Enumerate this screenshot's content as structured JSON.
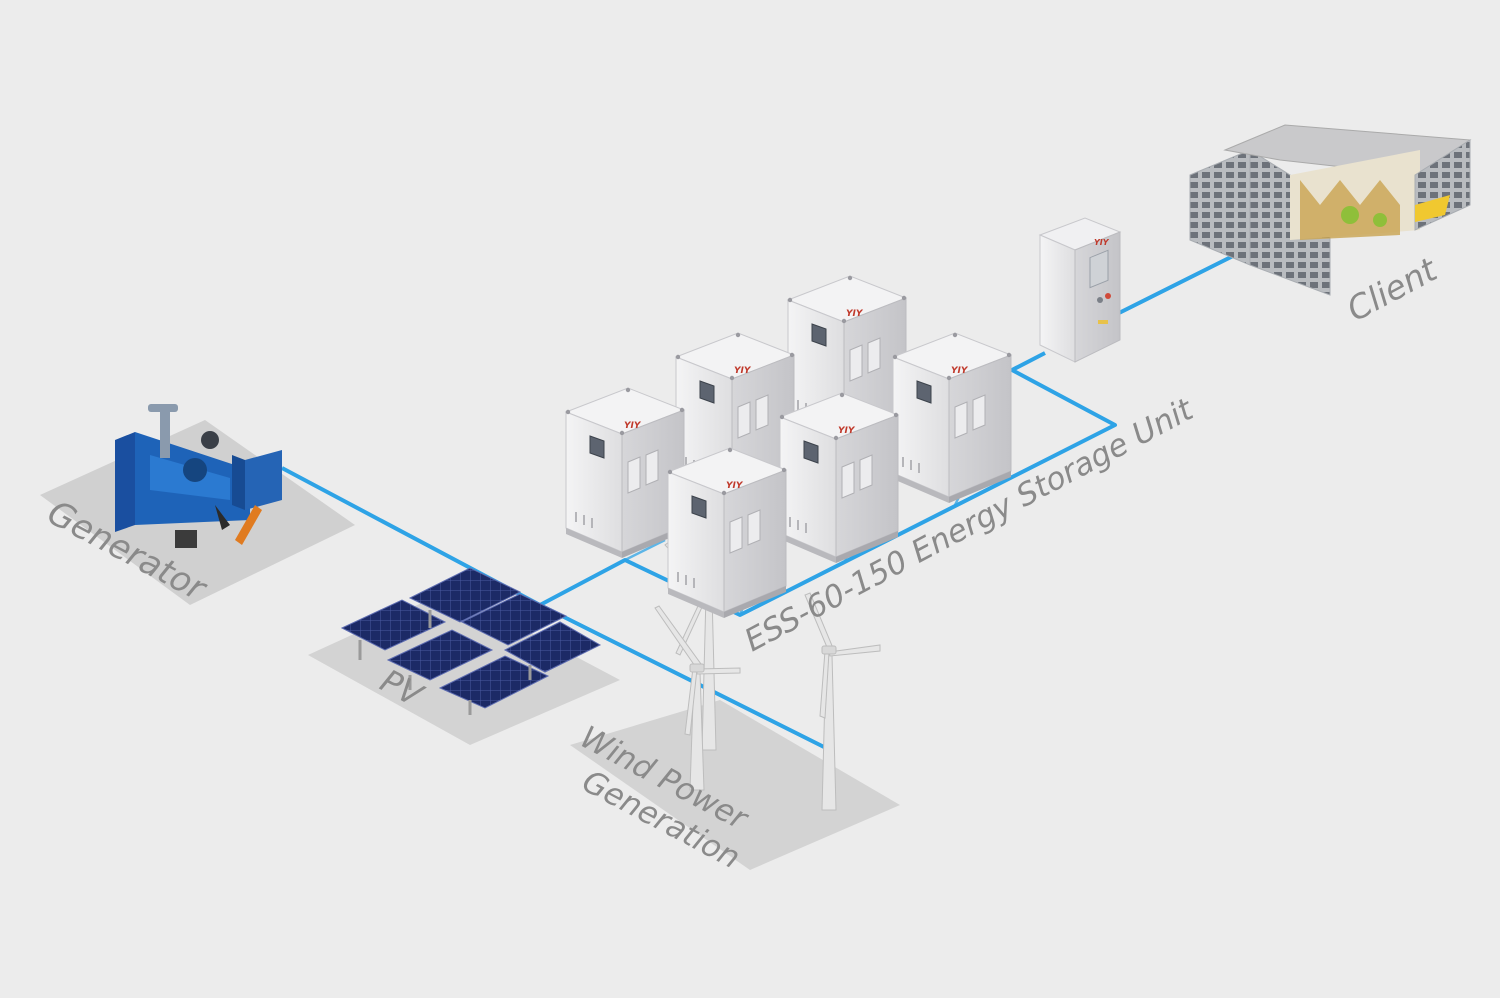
{
  "diagram": {
    "labels": {
      "generator": "Generator",
      "pv": "PV",
      "wind_line1": "Wind Power",
      "wind_line2": "Generation",
      "ess": "ESS-60-150 Energy Storage Unit",
      "client": "Client"
    },
    "brand_mark": "YIY",
    "ess_unit_count": 6,
    "wind_turbine_count": 3,
    "colors": {
      "background": "#ececec",
      "connection_line": "#2ea3e6",
      "label_text": "#8a8a8a",
      "generator_body": "#1e63b8",
      "solar_panel": "#1c2a66",
      "cabinet": "#e9e9eb",
      "brand_red": "#c0392b",
      "platform": "#d3d3d3"
    },
    "icons": [
      "generator-icon",
      "solar-panel-icon",
      "wind-turbine-icon",
      "energy-storage-cabinet-icon",
      "switch-cabinet-icon",
      "building-icon"
    ]
  }
}
